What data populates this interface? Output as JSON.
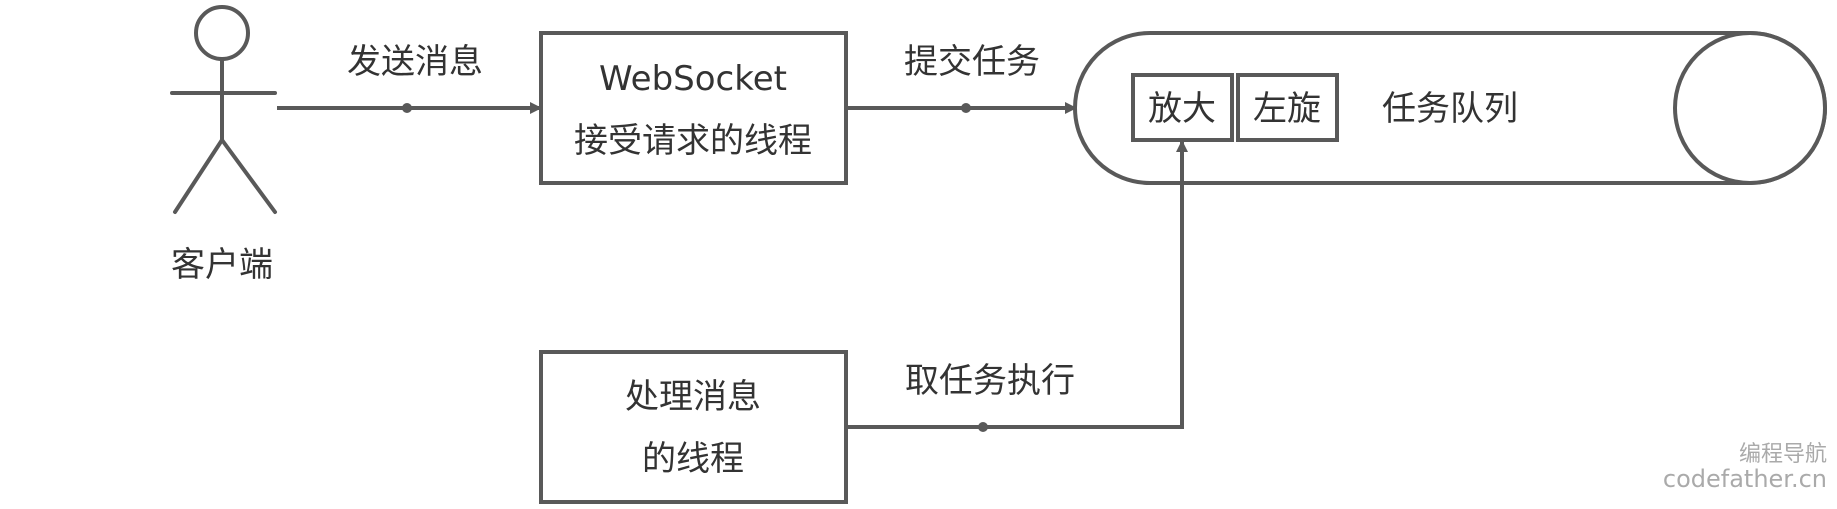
{
  "actor": {
    "label": "客户端"
  },
  "edges": {
    "send_message": "发送消息",
    "submit_task": "提交任务",
    "take_and_execute": "取任务执行"
  },
  "websocket_thread": {
    "line1": "WebSocket",
    "line2": "接受请求的线程"
  },
  "worker_thread": {
    "line1": "处理消息",
    "line2": "的线程"
  },
  "task_queue": {
    "label": "任务队列",
    "tasks": [
      "放大",
      "左旋"
    ]
  },
  "watermark": {
    "line1": "编程导航",
    "line2": "codefather.cn"
  },
  "colors": {
    "stroke": "#595959",
    "text": "#333333",
    "watermark": "#aaaaaa"
  }
}
